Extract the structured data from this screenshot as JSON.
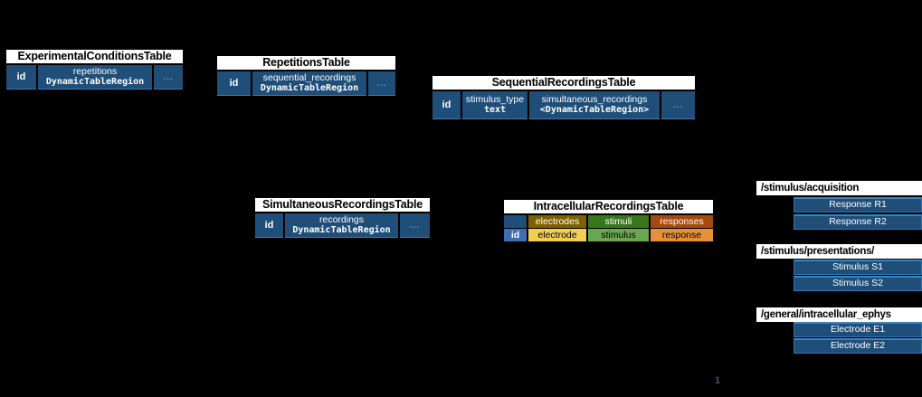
{
  "colors": {
    "background": "#000000",
    "table_navy": "#1f4e79",
    "table_edge_blue": "#2e75b6",
    "header_white": "#ffffff",
    "id_blue": "#3d6fb6",
    "electrodes_dark": "#7f6000",
    "electrode_light": "#f2cf53",
    "stimuli_dark": "#38761d",
    "stimulus_light": "#6aa84f",
    "responses_dark": "#a5490d",
    "response_light": "#e69138"
  },
  "tables": {
    "experimental_conditions": {
      "title": "ExperimentalConditionsTable",
      "id_label": "id",
      "col_name": "repetitions",
      "col_type": "DynamicTableRegion",
      "more": "..."
    },
    "repetitions": {
      "title": "RepetitionsTable",
      "id_label": "id",
      "col_name": "sequential_recordings",
      "col_type": "DynamicTableRegion",
      "more": "..."
    },
    "sequential_recordings": {
      "title": "SequentialRecordingsTable",
      "id_label": "id",
      "col1_name": "stimulus_type",
      "col1_type": "text",
      "col2_name": "simultaneous_recordings",
      "col2_type": "<DynamicTableRegion>",
      "more": "..."
    },
    "simultaneous_recordings": {
      "title": "SimultaneousRecordingsTable",
      "id_label": "id",
      "col_name": "recordings",
      "col_type": "DynamicTableRegion",
      "more": "..."
    },
    "intracellular_recordings": {
      "title": "IntracellularRecordingsTable",
      "id_label": "id",
      "groups": [
        "electrodes",
        "stimuli",
        "responses"
      ],
      "columns": [
        "electrode",
        "stimulus",
        "response"
      ]
    }
  },
  "hierarchy": [
    {
      "path": "/stimulus/acquisition",
      "items": [
        "Response R1",
        "Response R2"
      ]
    },
    {
      "path": "/stimulus/presentations/",
      "items": [
        "Stimulus S1",
        "Stimulus S2"
      ]
    },
    {
      "path": "/general/intracellular_ephys",
      "items": [
        "Electrode E1",
        "Electrode E2"
      ]
    }
  ],
  "page_number": "1"
}
